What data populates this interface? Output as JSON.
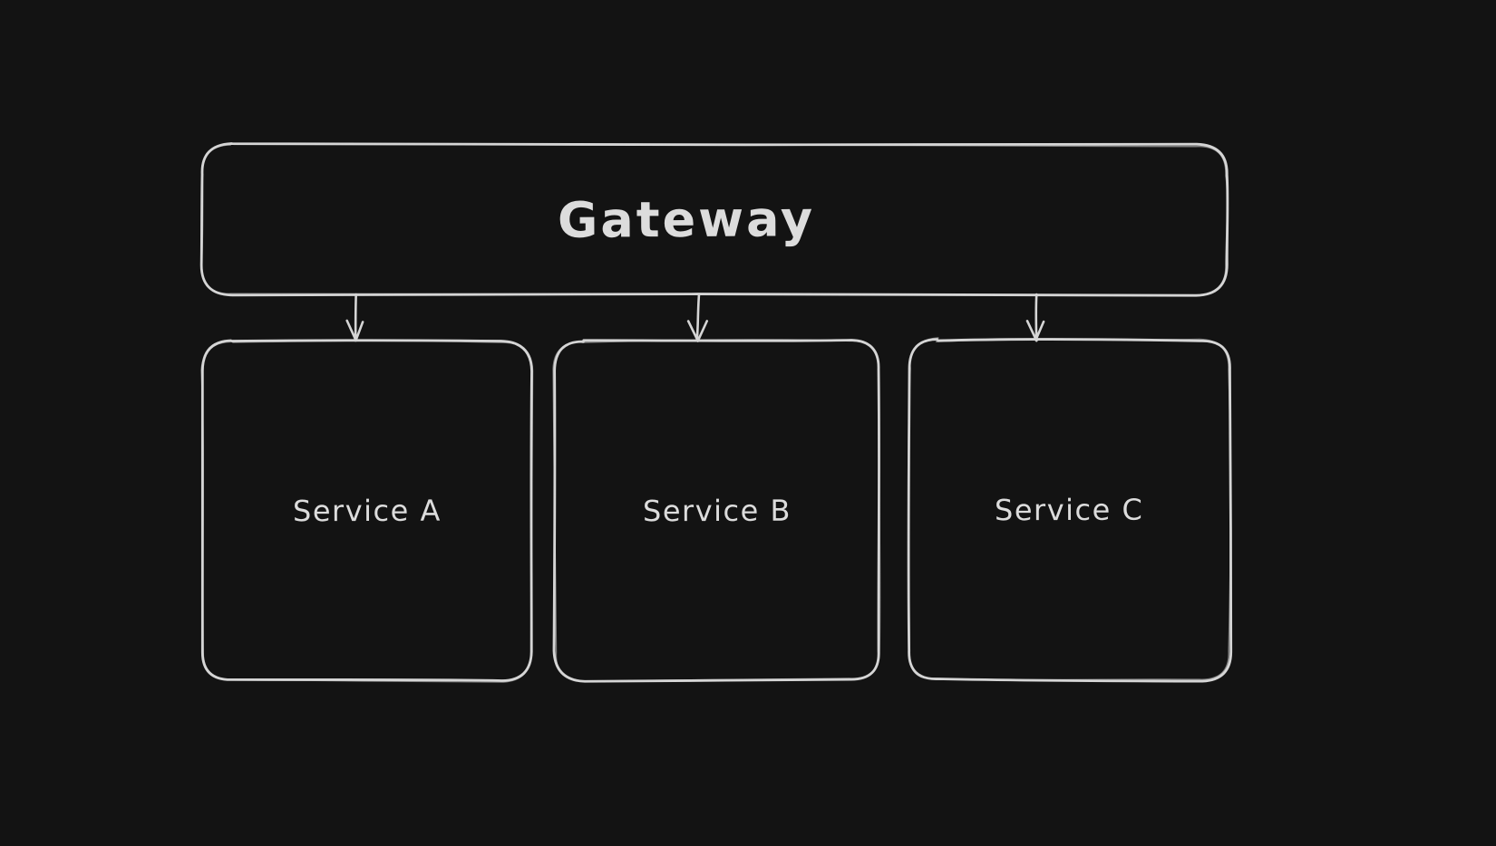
{
  "diagram": {
    "type": "flowchart",
    "background_color": "#131313",
    "stroke_color": "#d5d5d5",
    "text_color": "#dcdcdc",
    "nodes": [
      {
        "id": "gateway",
        "label": "Gateway",
        "shape": "rounded-rectangle"
      },
      {
        "id": "service-a",
        "label": "Service A",
        "shape": "rounded-rectangle"
      },
      {
        "id": "service-b",
        "label": "Service B",
        "shape": "rounded-rectangle"
      },
      {
        "id": "service-c",
        "label": "Service C",
        "shape": "rounded-rectangle"
      }
    ],
    "edges": [
      {
        "from": "Gateway",
        "to": "Service A",
        "style": "arrow-down"
      },
      {
        "from": "Gateway",
        "to": "Service B",
        "style": "arrow-down"
      },
      {
        "from": "Gateway",
        "to": "Service C",
        "style": "arrow-down"
      }
    ]
  }
}
